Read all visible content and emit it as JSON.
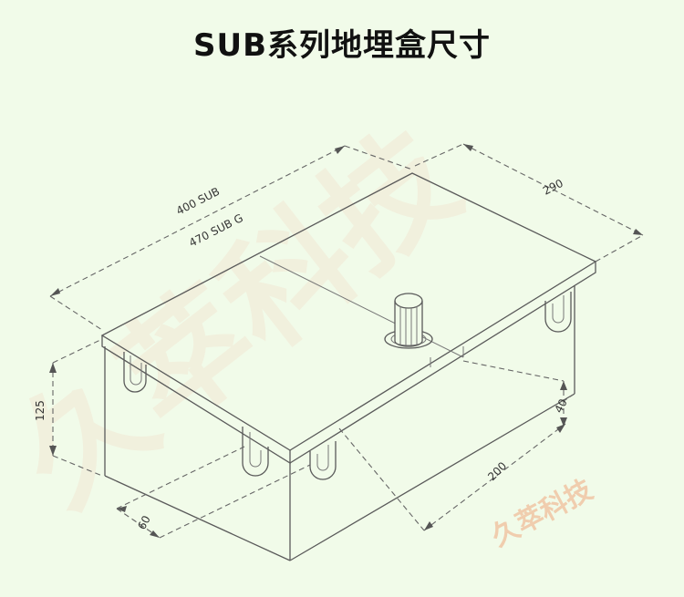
{
  "title": "SUB系列地埋盒尺寸",
  "dimensions": {
    "length_a": "400 SUB",
    "length_b": "470 SUB G",
    "width": "290",
    "height": "125",
    "lid_depth": "40",
    "footprint": "200",
    "offset": "60"
  },
  "watermark": {
    "large": "久萃科技",
    "small": "久萃科技"
  },
  "colors": {
    "background": "#f1fbe9",
    "lines": "#5a5a5a",
    "watermark": "#f0c9a8"
  }
}
